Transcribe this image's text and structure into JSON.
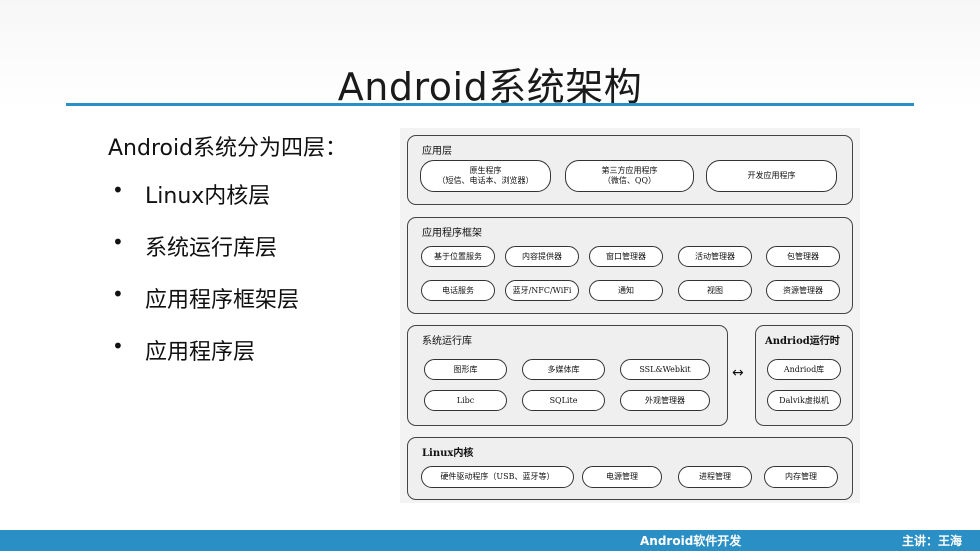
{
  "slide": {
    "title": "Android系统架构",
    "intro": "Android系统分为四层：",
    "bullets": [
      {
        "label": "Linux内核层"
      },
      {
        "label": "系统运行库层"
      },
      {
        "label": "应用程序框架层"
      },
      {
        "label": "应用程序层"
      }
    ],
    "bullet_glyph": "•"
  },
  "diagram": {
    "app_layer": {
      "title": "应用层",
      "items": [
        {
          "line1": "原生程序",
          "line2": "（短信、电话本、浏览器）"
        },
        {
          "line1": "第三方应用程序",
          "line2": "（微信、QQ）"
        },
        {
          "line1": "开发应用程序",
          "line2": ""
        }
      ]
    },
    "framework_layer": {
      "title": "应用程序框架",
      "row1": [
        "基于位置服务",
        "内容提供器",
        "窗口管理器",
        "活动管理器",
        "包管理器"
      ],
      "row2": [
        "电话服务",
        "蓝牙/NFC/WiFi",
        "通知",
        "视图",
        "资源管理器"
      ]
    },
    "runtime_libs": {
      "title": "系统运行库",
      "row1": [
        "图形库",
        "多媒体库",
        "SSL&Webkit"
      ],
      "row2": [
        "Libc",
        "SQLite",
        "外观管理器"
      ]
    },
    "android_runtime": {
      "title": "Andriod运行时",
      "items": [
        "Andriod库",
        "Dalvik虚拟机"
      ]
    },
    "connector": "↔",
    "kernel_layer": {
      "title": "Linux内核",
      "items": [
        "硬件驱动程序（USB、蓝牙等）",
        "电源管理",
        "进程管理",
        "内存管理"
      ]
    }
  },
  "footer": {
    "course": "Android软件开发",
    "presenter": "主讲：王海"
  },
  "colors": {
    "accent": "#2a8fc4",
    "footer_text": "#ffffff"
  }
}
